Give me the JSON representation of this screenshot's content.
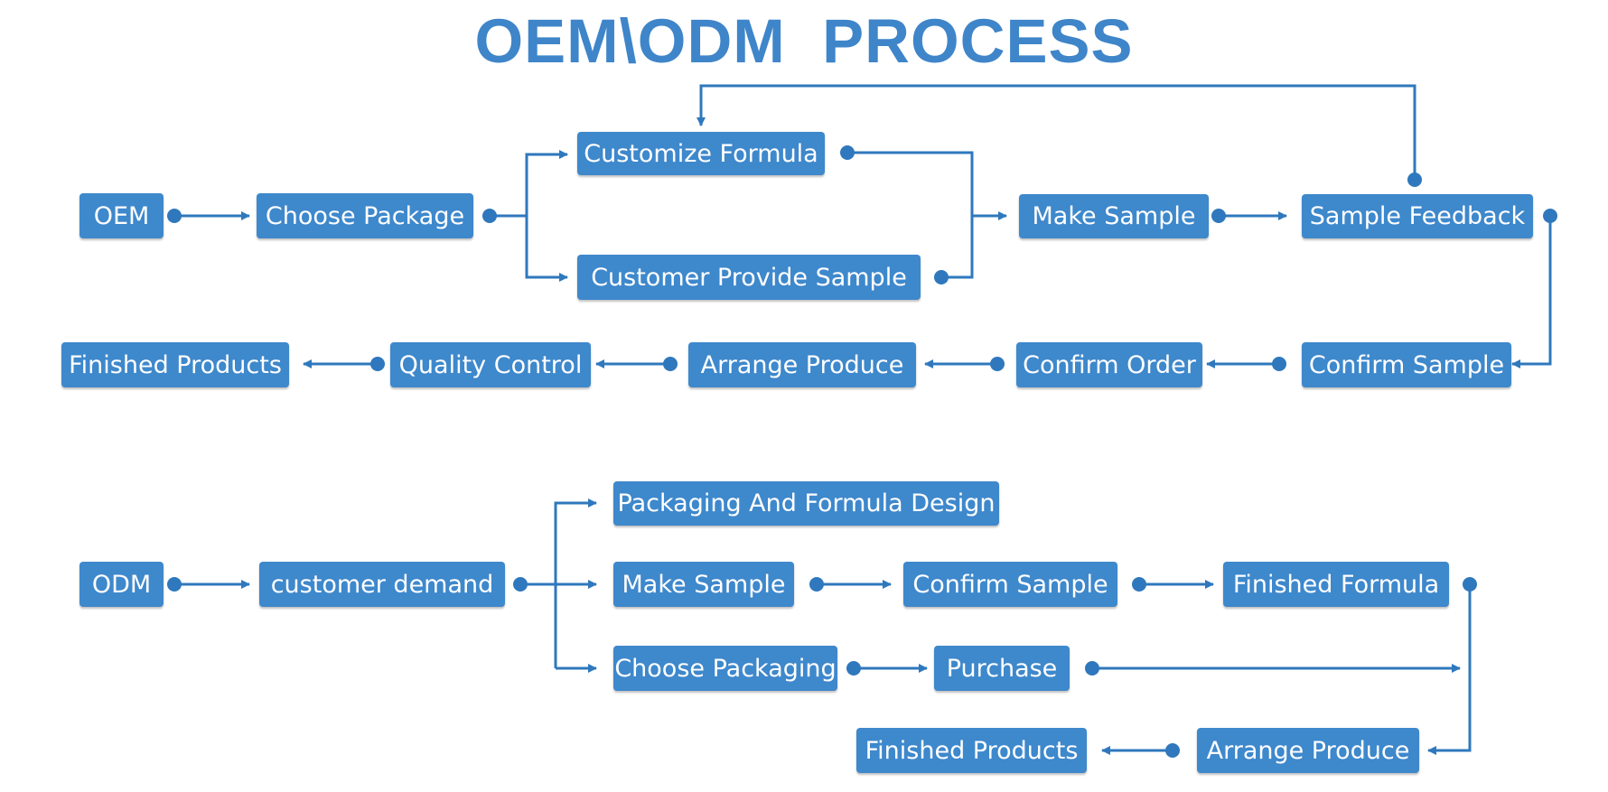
{
  "title": "OEM\\ODM  PROCESS",
  "colors": {
    "title": "#3f85c9",
    "node_fill": "#3e88cc",
    "node_text": "#ffffff",
    "connector": "#2f78bd"
  },
  "oem": {
    "start": "OEM",
    "choose_package": "Choose Package",
    "customize_formula": "Customize Formula",
    "customer_provide_sample": "Customer Provide Sample",
    "make_sample": "Make Sample",
    "sample_feedback": "Sample Feedback",
    "confirm_sample": "Confirm Sample",
    "confirm_order": "Confirm Order",
    "arrange_produce": "Arrange Produce",
    "quality_control": "Quality Control",
    "finished_products": "Finished Products"
  },
  "odm": {
    "start": "ODM",
    "customer_demand": "customer demand",
    "packaging_formula_design": "Packaging And Formula Design",
    "make_sample": "Make Sample",
    "confirm_sample": "Confirm Sample",
    "finished_formula": "Finished Formula",
    "choose_packaging": "Choose Packaging",
    "purchase": "Purchase",
    "arrange_produce": "Arrange Produce",
    "finished_products": "Finished Products"
  }
}
